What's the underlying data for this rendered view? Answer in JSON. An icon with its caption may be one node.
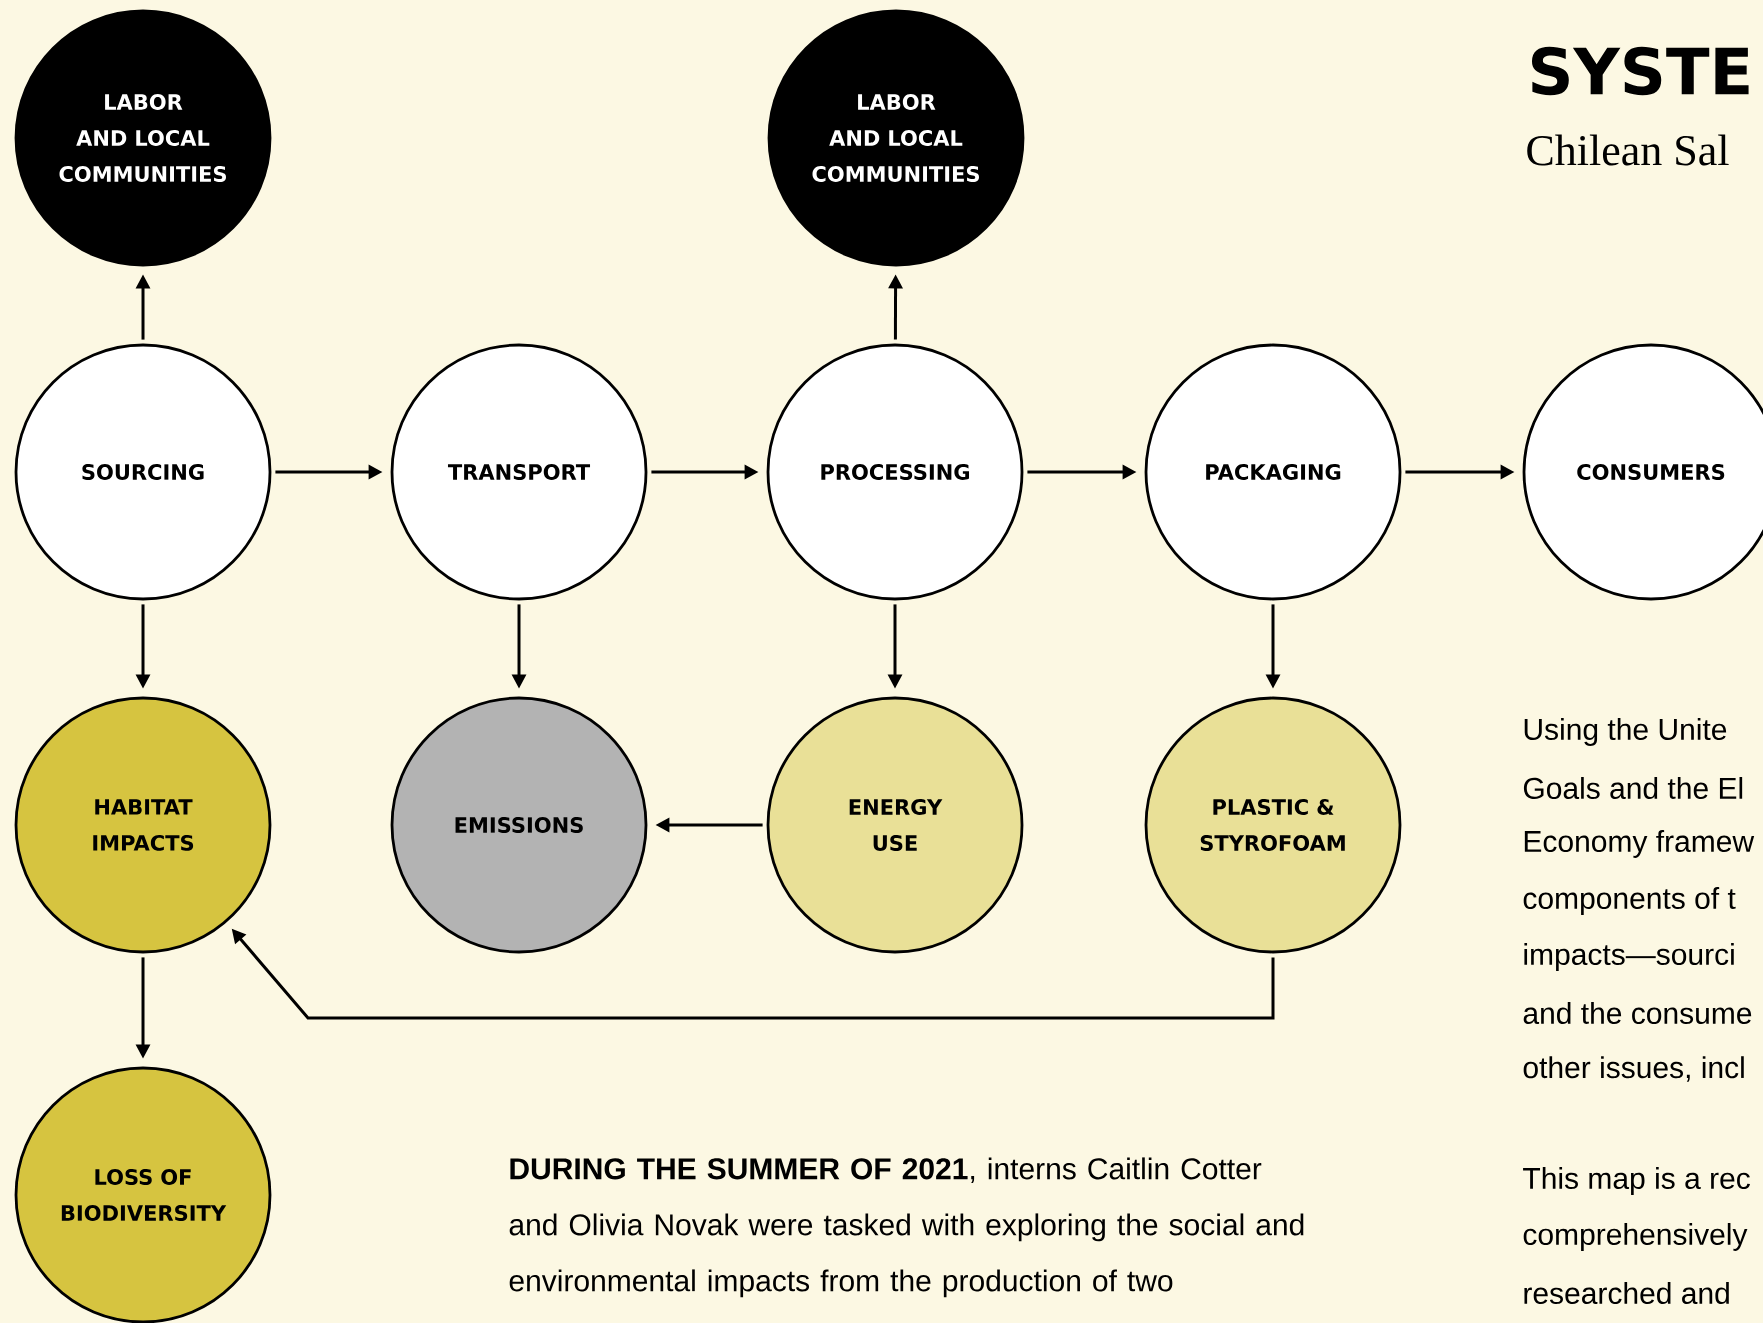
{
  "diagram": {
    "title": "SYSTE",
    "nodes": [
      {
        "text": [
          "LABOR AND LOCAL COMMUNITIES"
        ]
      },
      {
        "text": [
          "LABOR AND LOCAL COMMUNITIES"
        ]
      },
      {
        "text": [
          "SOURCING"
        ]
      },
      {
        "text": [
          "TRANSPORT"
        ]
      },
      {
        "text": [
          "PROCESSING"
        ]
      },
      {
        "text": [
          "PACKAGING"
        ]
      },
      {
        "text": [
          "CONSUMERS"
        ]
      },
      {
        "text": [
          "HABITAT IMPACTS"
        ]
      },
      {
        "text": [
          "EMISSIONS"
        ]
      },
      {
        "text": [
          "ENERGY USE"
        ]
      },
      {
        "text": [
          "PLASTIC & STYROFOAM"
        ]
      },
      {
        "text": [
          "LOSS OF BIODIVERSITY"
        ]
      }
    ],
    "edges": [
      {
        "from": 2,
        "to": 0,
        "arrow": "to"
      },
      {
        "from": 4,
        "to": 1,
        "arrow": "to"
      },
      {
        "from": 2,
        "to": 3,
        "arrow": "to"
      },
      {
        "from": 3,
        "to": 4,
        "arrow": "to"
      },
      {
        "from": 4,
        "to": 5,
        "arrow": "to"
      },
      {
        "from": 5,
        "to": 6,
        "arrow": "to"
      },
      {
        "from": 2,
        "to": 7,
        "arrow": "to"
      },
      {
        "from": 3,
        "to": 8,
        "arrow": "to"
      },
      {
        "from": 4,
        "to": 9,
        "arrow": "to"
      },
      {
        "from": 5,
        "to": 10,
        "arrow": "to"
      },
      {
        "from": 9,
        "to": 8,
        "arrow": "to"
      },
      {
        "from": 10,
        "to": 7,
        "arrow": "to"
      },
      {
        "from": 7,
        "to": 11,
        "arrow": "to"
      }
    ],
    "labels": [
      "Chilean Sal",
      "Using the Unite",
      "Goals and the El",
      "Economy framew",
      "components of t",
      "impacts—sourci",
      "and the consume",
      "other issues, incl",
      "**DURING THE SUMMER OF 2021**, interns Caitlin Cotter and Olivia Novak were tasked with exploring the social and environmental impacts from the production of two",
      "This map is a rec",
      "comprehensively",
      "researched and"
    ]
  }
}
